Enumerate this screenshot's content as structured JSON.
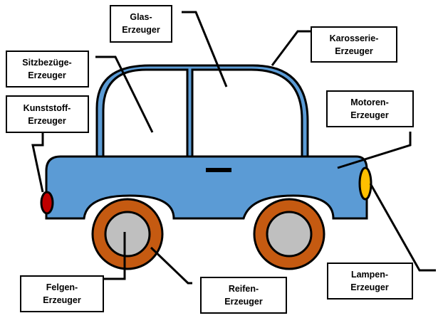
{
  "labels": {
    "glas": [
      "Glas-",
      "Erzeuger"
    ],
    "karosserie": [
      "Karosserie-",
      "Erzeuger"
    ],
    "sitzbezuege": [
      "Sitzbezüge-",
      "Erzeuger"
    ],
    "kunststoff": [
      "Kunststoff-",
      "Erzeuger"
    ],
    "motoren": [
      "Motoren-",
      "Erzeuger"
    ],
    "lampen": [
      "Lampen-",
      "Erzeuger"
    ],
    "felgen": [
      "Felgen-",
      "Erzeuger"
    ],
    "reifen": [
      "Reifen-",
      "Erzeuger"
    ]
  },
  "colors": {
    "body": "#5b9bd5",
    "window": "#ffffff",
    "tire": "#c55a11",
    "rim": "#bfbfbf",
    "headlight": "#ffc000",
    "taillight": "#c00000",
    "outline": "#000000"
  }
}
